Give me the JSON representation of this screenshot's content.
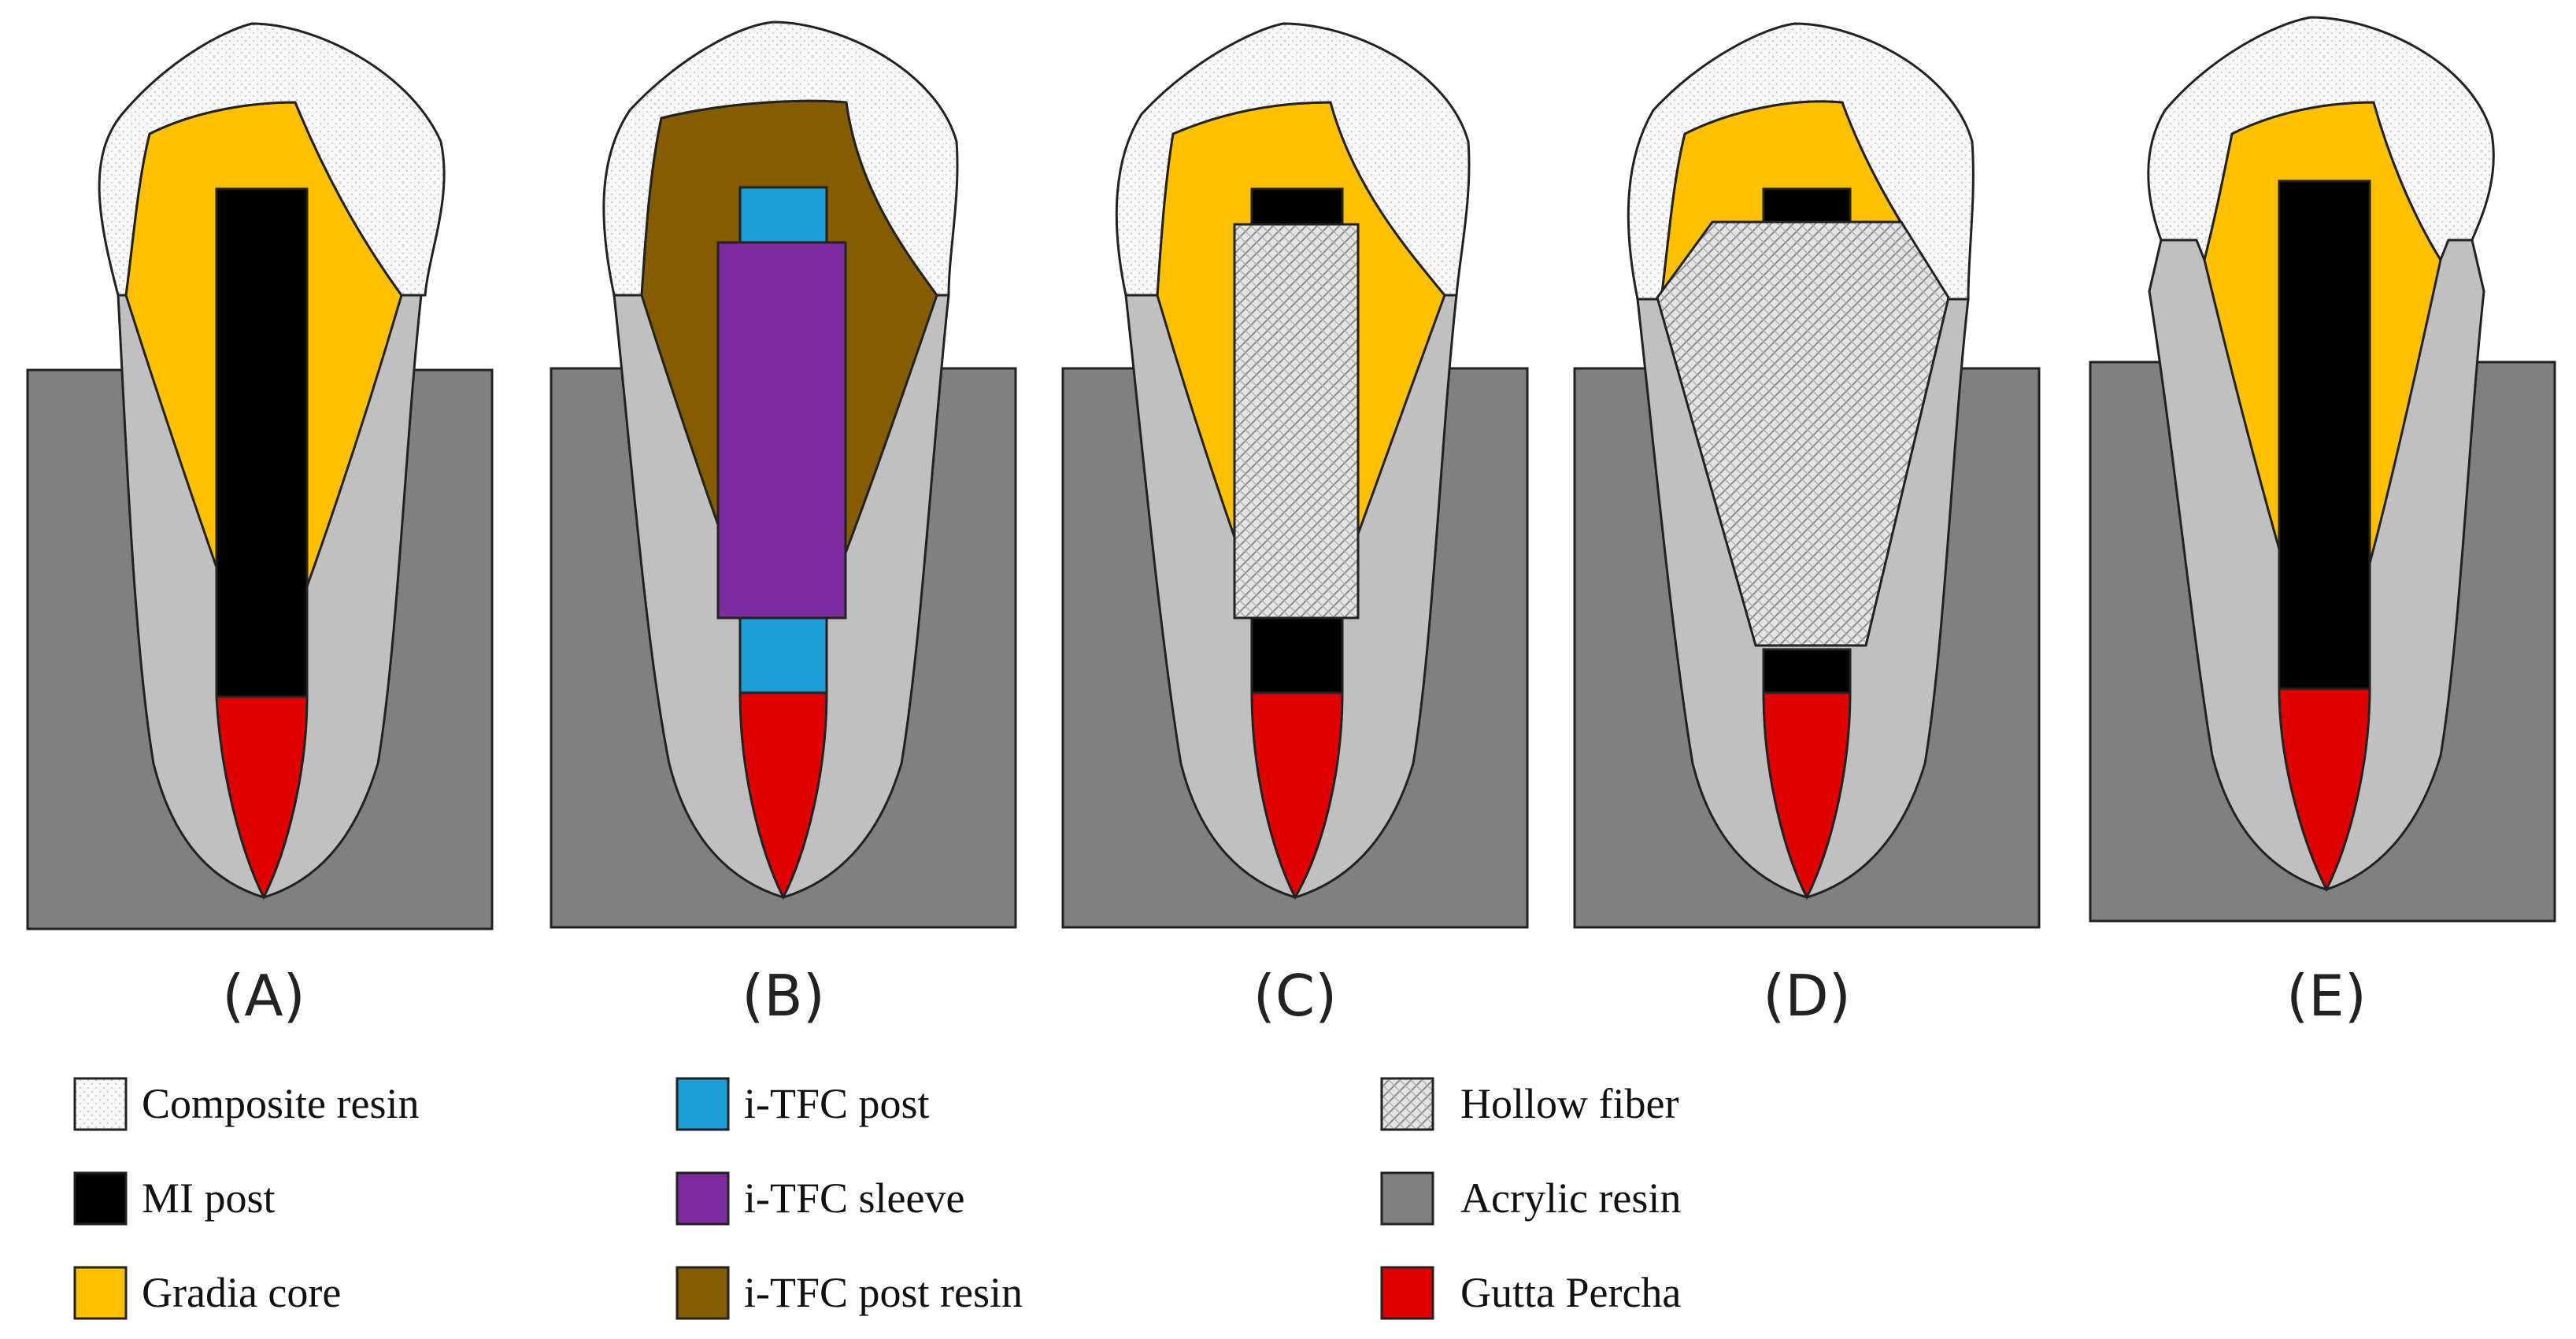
{
  "panels": [
    {
      "id": "A",
      "label": "(A)"
    },
    {
      "id": "B",
      "label": "(B)"
    },
    {
      "id": "C",
      "label": "(C)"
    },
    {
      "id": "D",
      "label": "(D)"
    },
    {
      "id": "E",
      "label": "(E)"
    }
  ],
  "legend": [
    {
      "label": "Composite resin",
      "swatch": "composite-resin"
    },
    {
      "label": "MI post",
      "swatch": "mi-post"
    },
    {
      "label": "Gradia core",
      "swatch": "gradia-core"
    },
    {
      "label": "i-TFC post",
      "swatch": "itfc-post"
    },
    {
      "label": "i-TFC sleeve",
      "swatch": "itfc-sleeve"
    },
    {
      "label": "i-TFC post resin",
      "swatch": "itfc-post-resin"
    },
    {
      "label": "Hollow fiber",
      "swatch": "hollow-fiber"
    },
    {
      "label": "Acrylic resin",
      "swatch": "acrylic-resin"
    },
    {
      "label": "Gutta Percha",
      "swatch": "gutta-percha"
    }
  ],
  "colors": {
    "composite_resin": "#f4f4f4",
    "mi_post": "#000000",
    "gradia_core": "#ffc000",
    "itfc_post": "#1e9ed8",
    "itfc_sleeve": "#7e2aa0",
    "itfc_post_resin": "#855c00",
    "hollow_fiber": "#dcdcdc",
    "acrylic_resin": "#808080",
    "gutta_percha": "#e00000",
    "root_dentin": "#c0c0c0"
  }
}
